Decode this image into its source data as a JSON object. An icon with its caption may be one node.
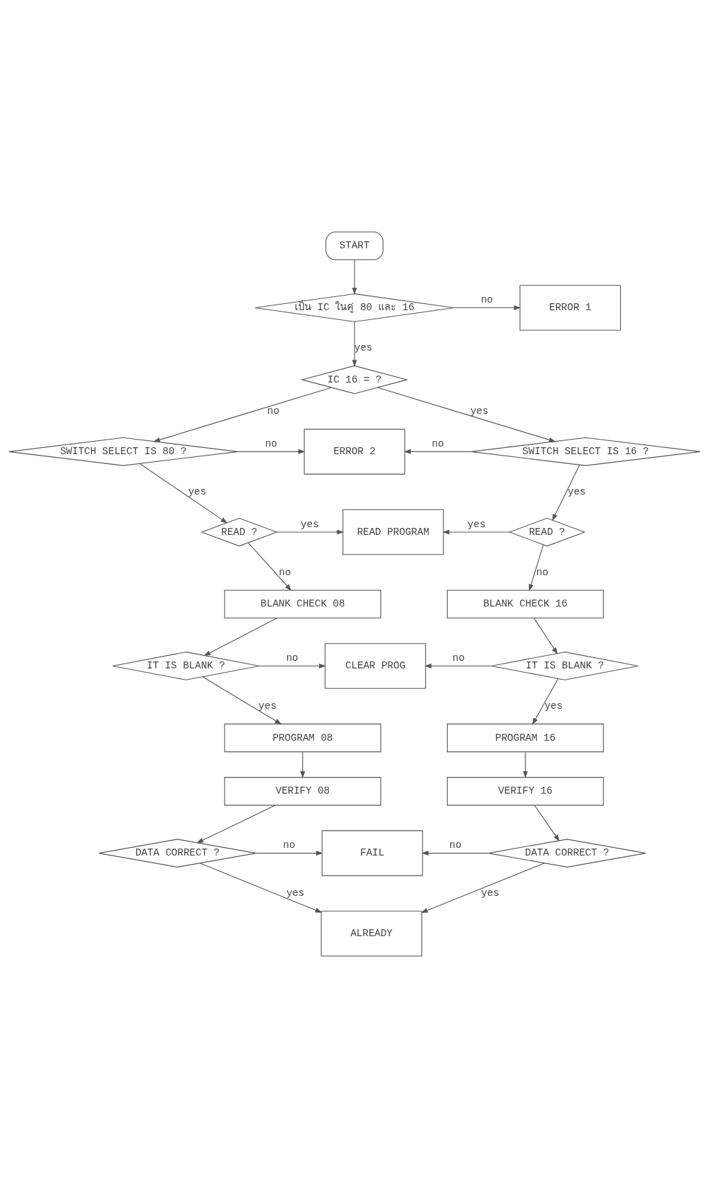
{
  "diagram": {
    "nodes": [
      {
        "text": [
          "START"
        ]
      },
      {
        "text": [
          "เป็น IC ในคู่ 80 และ 16"
        ]
      },
      {
        "text": [
          "ERROR 1"
        ]
      },
      {
        "text": [
          "IC 16 = ?"
        ]
      },
      {
        "text": [
          "SWITCH SELECT IS 80 ?"
        ]
      },
      {
        "text": [
          "ERROR 2"
        ]
      },
      {
        "text": [
          "SWITCH SELECT IS 16 ?"
        ]
      },
      {
        "text": [
          "READ ?"
        ]
      },
      {
        "text": [
          "READ PROGRAM"
        ]
      },
      {
        "text": [
          "READ ?"
        ]
      },
      {
        "text": [
          "BLANK CHECK 08"
        ]
      },
      {
        "text": [
          "BLANK CHECK 16"
        ]
      },
      {
        "text": [
          "IT IS BLANK ?"
        ]
      },
      {
        "text": [
          "CLEAR PROG"
        ]
      },
      {
        "text": [
          "IT IS BLANK ?"
        ]
      },
      {
        "text": [
          "PROGRAM 08"
        ]
      },
      {
        "text": [
          "PROGRAM 16"
        ]
      },
      {
        "text": [
          "VERIFY 08"
        ]
      },
      {
        "text": [
          "VERIFY 16"
        ]
      },
      {
        "text": [
          "DATA CORRECT ?"
        ]
      },
      {
        "text": [
          "FAIL"
        ]
      },
      {
        "text": [
          "DATA CORRECT ?"
        ]
      },
      {
        "text": [
          "ALREADY"
        ]
      }
    ],
    "edges": [
      {
        "from": 0,
        "to": 1,
        "arrow": "to"
      },
      {
        "from": 1,
        "to": 2,
        "arrow": "to",
        "label": "no"
      },
      {
        "from": 1,
        "to": 3,
        "arrow": "to",
        "label": "yes"
      },
      {
        "from": 3,
        "to": 4,
        "arrow": "to",
        "label": "no"
      },
      {
        "from": 3,
        "to": 6,
        "arrow": "to",
        "label": "yes"
      },
      {
        "from": 4,
        "to": 5,
        "arrow": "to",
        "label": "no"
      },
      {
        "from": 6,
        "to": 5,
        "arrow": "to",
        "label": "no"
      },
      {
        "from": 4,
        "to": 7,
        "arrow": "to",
        "label": "yes"
      },
      {
        "from": 6,
        "to": 9,
        "arrow": "to",
        "label": "yes"
      },
      {
        "from": 7,
        "to": 8,
        "arrow": "to",
        "label": "yes"
      },
      {
        "from": 9,
        "to": 8,
        "arrow": "to",
        "label": "yes"
      },
      {
        "from": 7,
        "to": 10,
        "arrow": "to",
        "label": "no"
      },
      {
        "from": 9,
        "to": 11,
        "arrow": "to",
        "label": "no"
      },
      {
        "from": 10,
        "to": 12,
        "arrow": "to"
      },
      {
        "from": 11,
        "to": 14,
        "arrow": "to"
      },
      {
        "from": 12,
        "to": 13,
        "arrow": "to",
        "label": "no"
      },
      {
        "from": 14,
        "to": 13,
        "arrow": "to",
        "label": "no"
      },
      {
        "from": 12,
        "to": 15,
        "arrow": "to",
        "label": "yes"
      },
      {
        "from": 14,
        "to": 16,
        "arrow": "to",
        "label": "yes"
      },
      {
        "from": 15,
        "to": 17,
        "arrow": "to"
      },
      {
        "from": 16,
        "to": 18,
        "arrow": "to"
      },
      {
        "from": 17,
        "to": 19,
        "arrow": "to"
      },
      {
        "from": 18,
        "to": 21,
        "arrow": "to"
      },
      {
        "from": 19,
        "to": 20,
        "arrow": "to",
        "label": "no"
      },
      {
        "from": 21,
        "to": 20,
        "arrow": "to",
        "label": "no"
      },
      {
        "from": 19,
        "to": 22,
        "arrow": "to",
        "label": "yes"
      },
      {
        "from": 21,
        "to": 22,
        "arrow": "to",
        "label": "yes"
      }
    ]
  }
}
